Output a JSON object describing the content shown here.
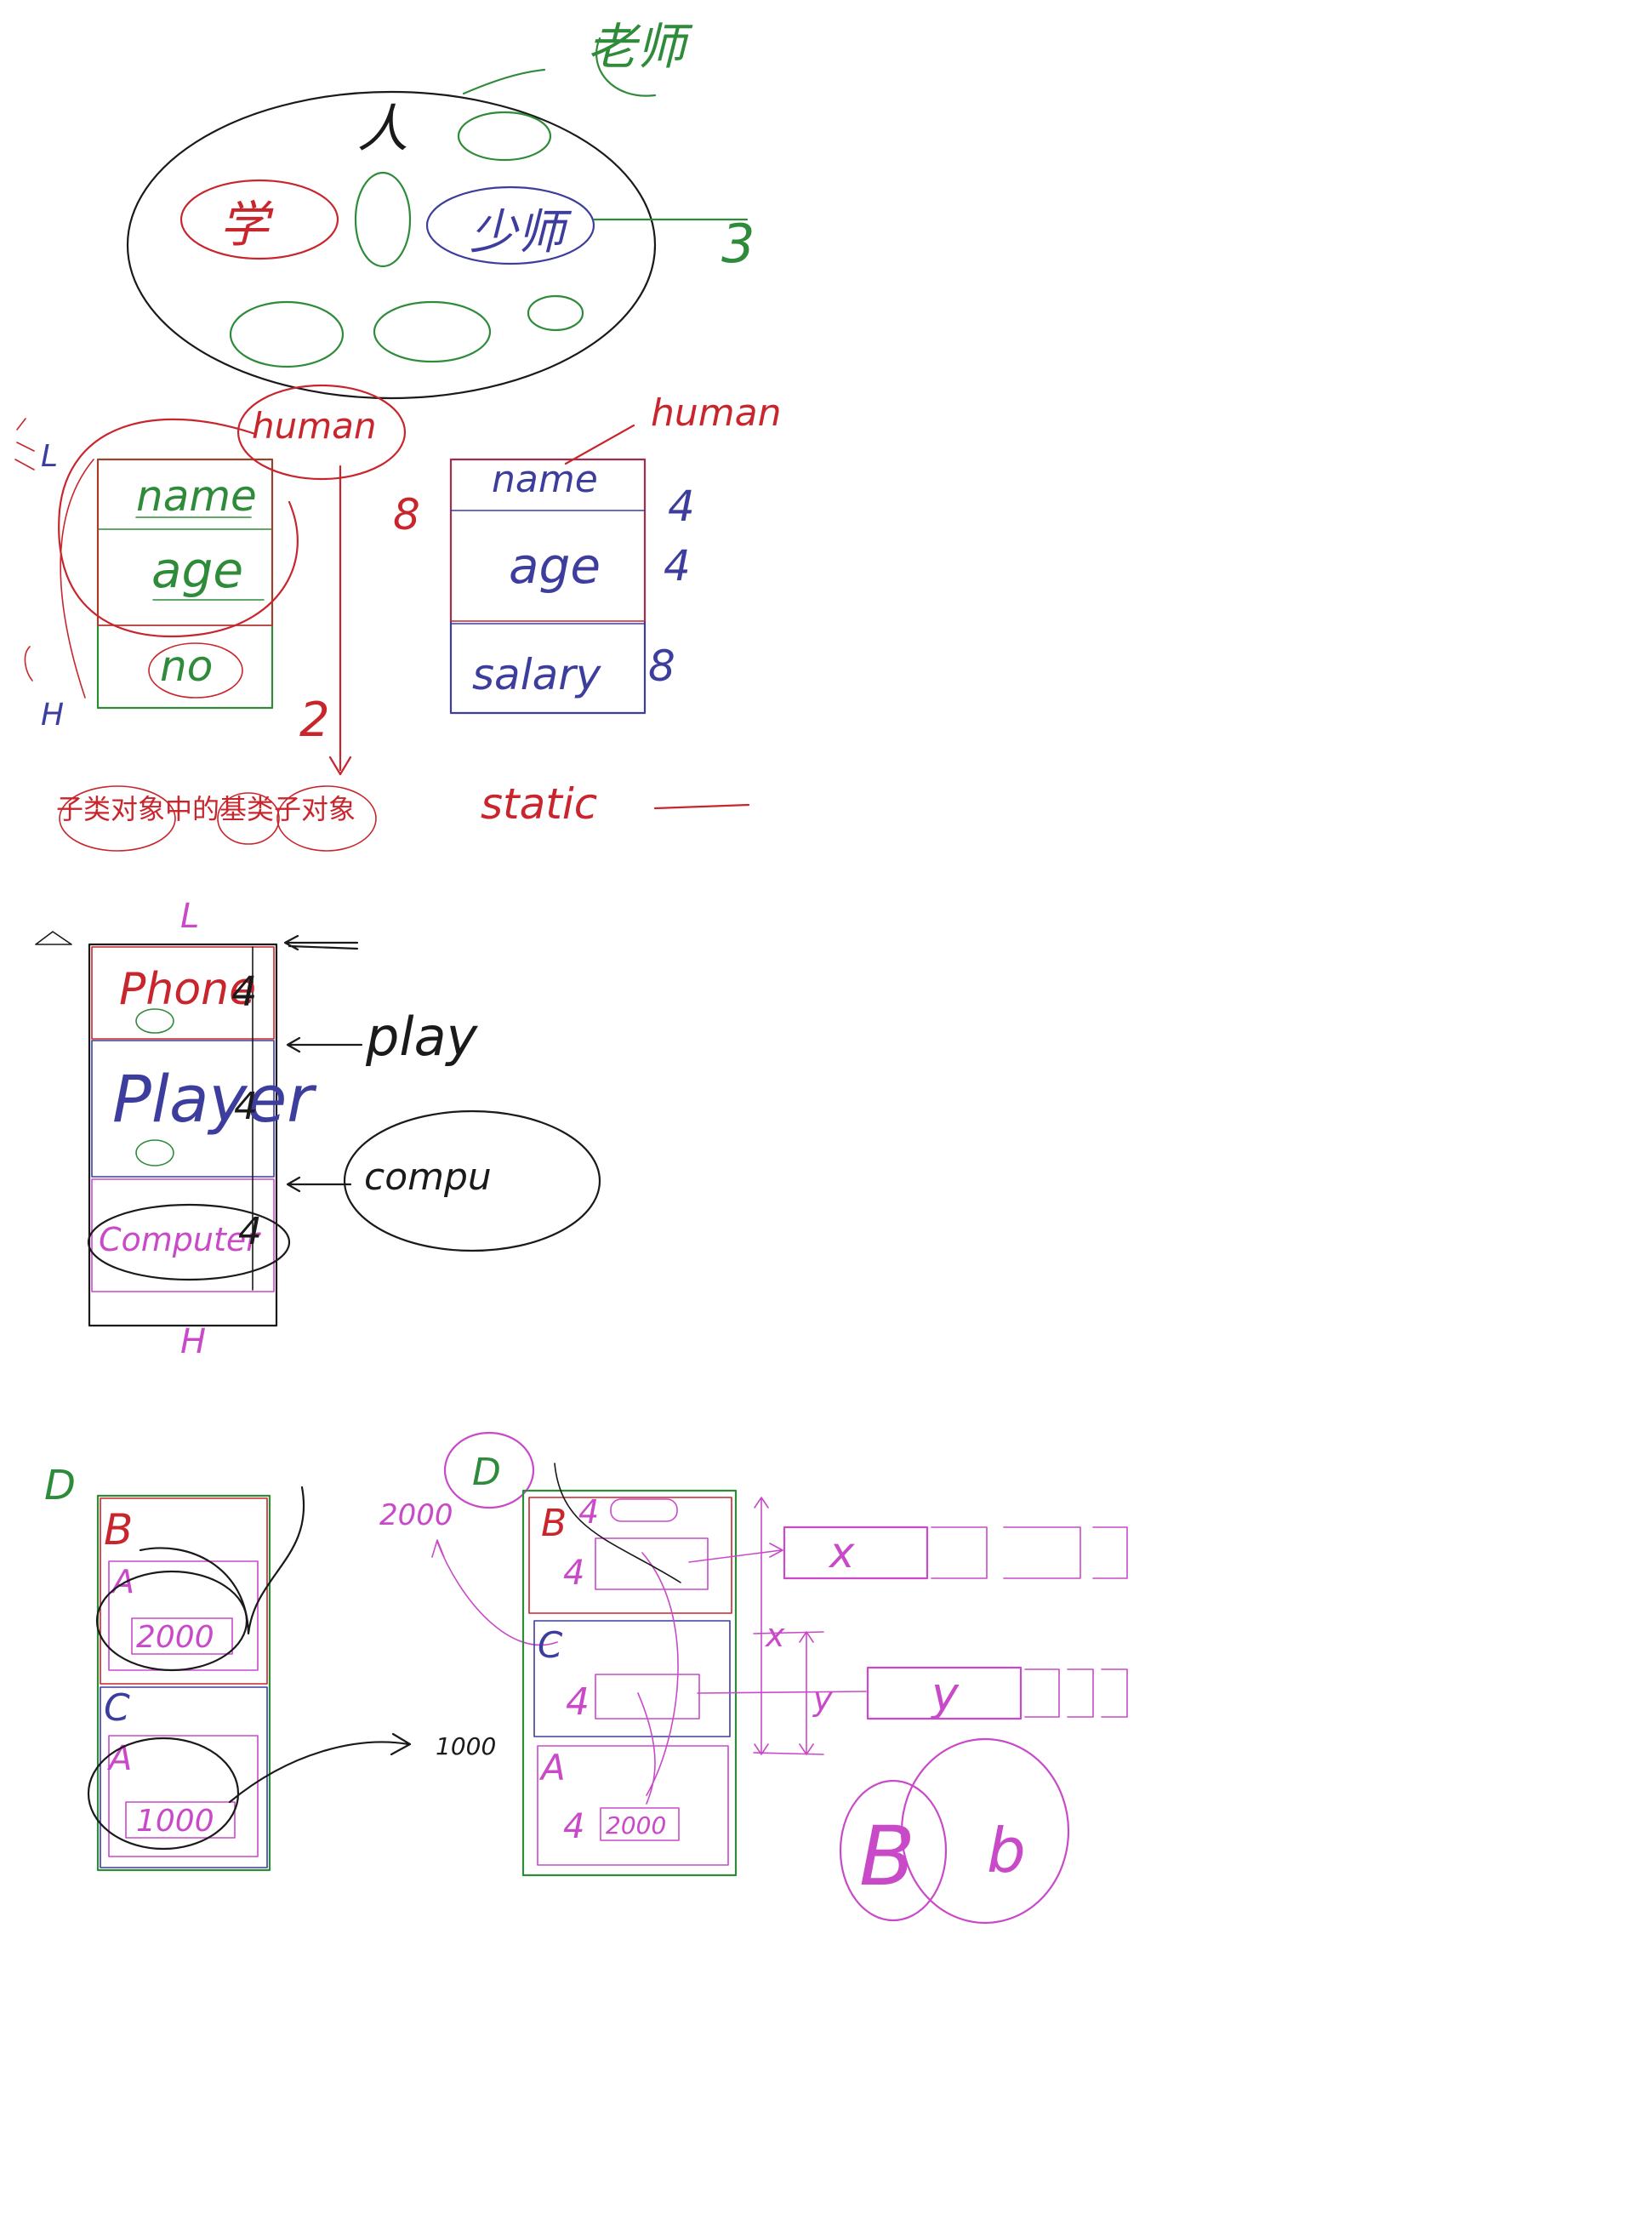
{
  "colors": {
    "black": "#1a1a1a",
    "red": "#c8262c",
    "green": "#2e8b3a",
    "blue": "#3d3d9e",
    "magenta": "#c94ac9"
  },
  "section1": {
    "outer_label": "人",
    "red_ellipse_label": "学",
    "blue_ellipse_label": "少师",
    "pointer_left_label": "老师",
    "pointer_right_label": "3"
  },
  "section2": {
    "left_block": {
      "top_marker": "L",
      "bottom_marker": "H",
      "fields": [
        "name",
        "age",
        "no"
      ],
      "bracket_label": "human",
      "bracket_size": "8",
      "arrow_size": "2",
      "caption": "子类对象中的基类子对象"
    },
    "right_block": {
      "fields": [
        "name",
        "age",
        "salary"
      ],
      "field_sizes": [
        "4",
        "4",
        "8"
      ],
      "pointer_label": "human",
      "static_label": "static"
    }
  },
  "section3": {
    "top_marker": "L",
    "bottom_marker": "H",
    "rows": [
      {
        "label": "Phone",
        "size": "4"
      },
      {
        "label": "Player",
        "size": "4"
      },
      {
        "label": "Computer",
        "size": "4"
      }
    ],
    "pointer_play": "play",
    "pointer_compu": "compu"
  },
  "section4": {
    "left": {
      "top_label": "D",
      "b_label": "B",
      "b_inner": "A",
      "b_value": "2000",
      "c_label": "C",
      "c_inner": "A",
      "c_value": "1000",
      "arrow_label": "1000"
    },
    "right": {
      "top_label": "D",
      "note": "2000",
      "b_label": "B",
      "b_size_1": "4",
      "b_size_2": "4",
      "c_label": "C",
      "c_size": "4",
      "a_label": "A",
      "a_size": "4",
      "a_value": "2000",
      "x_label": "x",
      "y_label": "y",
      "x_mark": "x",
      "y_mark": "y",
      "big_b": "B",
      "small_b": "b"
    }
  }
}
